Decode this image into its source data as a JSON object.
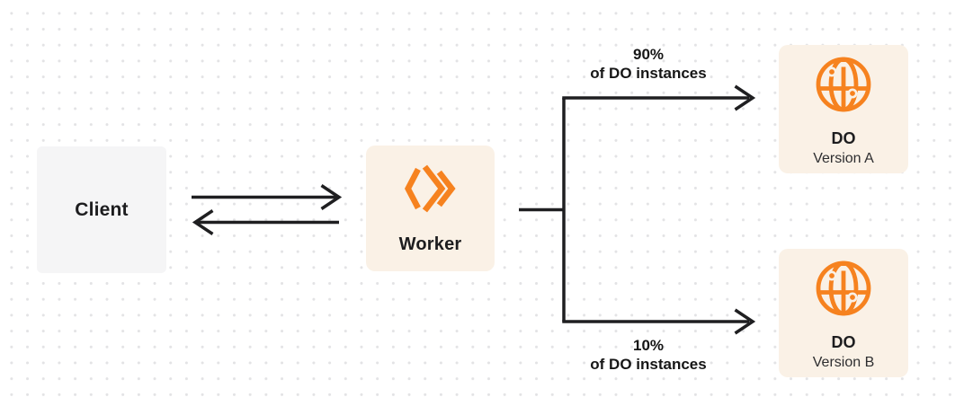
{
  "diagram": {
    "nodes": {
      "client": {
        "label": "Client"
      },
      "worker": {
        "label": "Worker",
        "icon": "workers-chevrons-icon"
      },
      "do_version_a": {
        "title": "DO",
        "subtitle": "Version A",
        "icon": "globe-icon"
      },
      "do_version_b": {
        "title": "DO",
        "subtitle": "Version B",
        "icon": "globe-icon"
      }
    },
    "edges": {
      "client_worker": {
        "type": "bidirectional-arrows"
      },
      "top_branch": {
        "percent": "90%",
        "caption": "of DO instances",
        "target": "DO Version A"
      },
      "bottom_branch": {
        "percent": "10%",
        "caption": "of DO instances",
        "target": "DO Version B"
      }
    },
    "colors": {
      "accent_orange": "#F6821F",
      "cream_box": "#FAF1E6",
      "gray_box": "#F5F5F6",
      "line_dark": "#1F1F21",
      "dot_grid": "#E3E3E5",
      "background": "#FFFFFF"
    }
  }
}
